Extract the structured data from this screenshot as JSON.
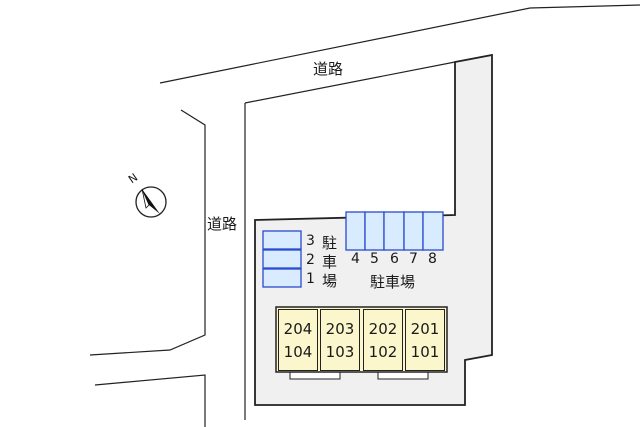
{
  "roads": {
    "north_label": "道路",
    "west_label": "道路"
  },
  "compass": {
    "letter": "N",
    "icon": "north-arrow-icon"
  },
  "parking_left": {
    "numbers": [
      "3",
      "2",
      "1"
    ],
    "title_chars": [
      "駐",
      "車",
      "場"
    ]
  },
  "parking_top": {
    "numbers": [
      "4",
      "5",
      "6",
      "7",
      "8"
    ],
    "title": "駐車場"
  },
  "building": {
    "units": [
      {
        "upper": "204",
        "lower": "104"
      },
      {
        "upper": "203",
        "lower": "103"
      },
      {
        "upper": "202",
        "lower": "102"
      },
      {
        "upper": "201",
        "lower": "101"
      }
    ]
  },
  "colors": {
    "lot_fill": "#f0f0f0",
    "parking_fill": "#d9ecff",
    "parking_stroke": "#2a4bd0",
    "building_fill": "#fbf6cc",
    "line": "#222222"
  }
}
